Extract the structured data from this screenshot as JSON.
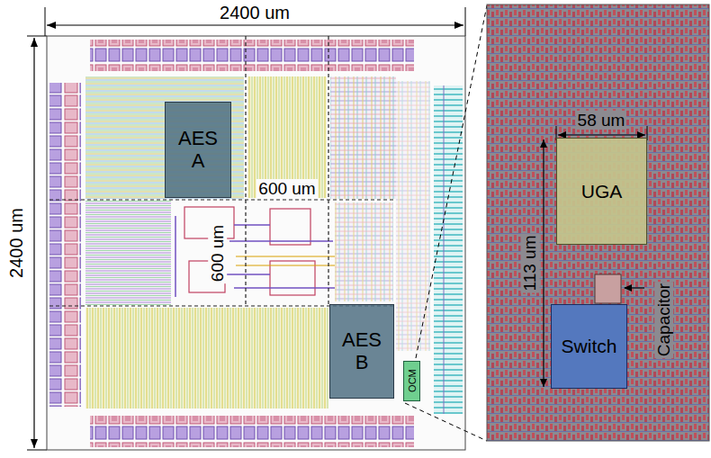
{
  "diagram": {
    "nodes": [
      {
        "text": [
          "AES A"
        ]
      },
      {
        "text": [
          "AES B"
        ]
      },
      {
        "text": [
          "OCM"
        ]
      },
      {
        "text": [
          "UGA"
        ]
      },
      {
        "text": [
          "Switch"
        ]
      }
    ],
    "labels": [
      "2400 um",
      "2400 um",
      "600 um",
      "600 um",
      "58 um",
      "113 um",
      "Capacitor"
    ]
  }
}
